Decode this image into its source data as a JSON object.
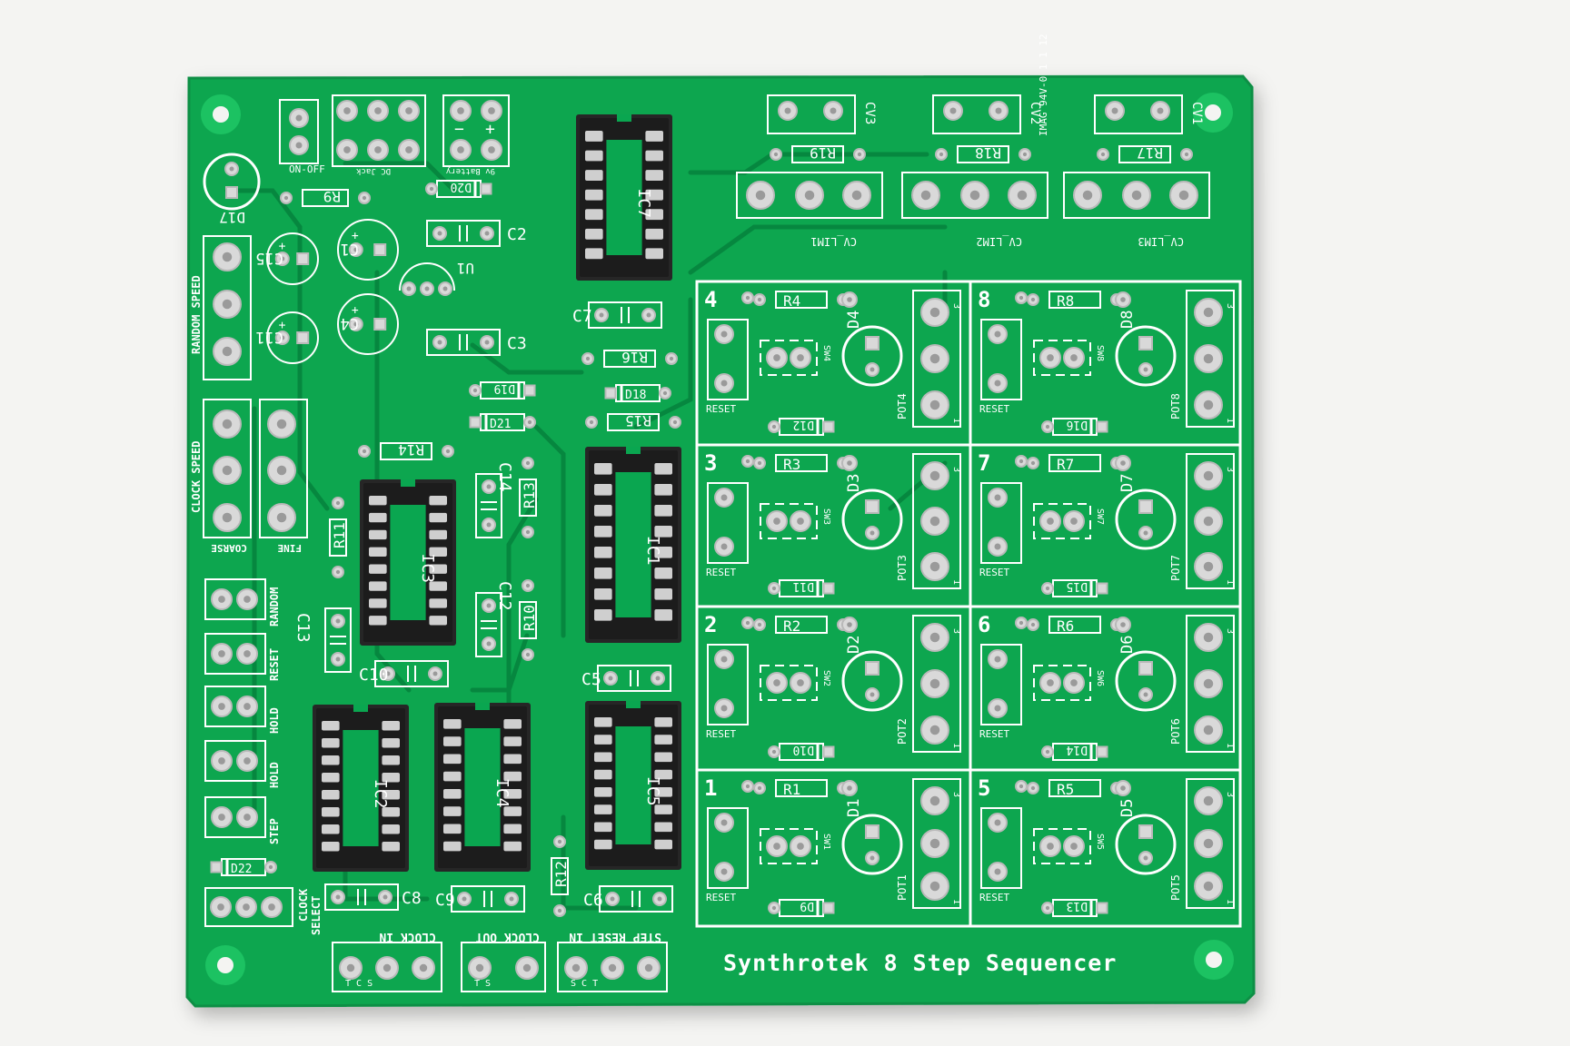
{
  "board": {
    "title": "Synthrotek 8 Step Sequencer",
    "board_color": "#0aa650",
    "silk_color": "#ffffff",
    "pad_color": "#d9d9d9",
    "socket_color": "#1c1c1c",
    "mark": "IMAG 94V-0 1 1 12"
  },
  "channels": [
    {
      "num": "1",
      "resistor": "R1",
      "diode": "D1",
      "diode2": "D9",
      "switch": "SW1",
      "pot": "POT1"
    },
    {
      "num": "2",
      "resistor": "R2",
      "diode": "D2",
      "diode2": "D10",
      "switch": "SW2",
      "pot": "POT2"
    },
    {
      "num": "3",
      "resistor": "R3",
      "diode": "D3",
      "diode2": "D11",
      "switch": "SW3",
      "pot": "POT3"
    },
    {
      "num": "4",
      "resistor": "R4",
      "diode": "D4",
      "diode2": "D12",
      "switch": "SW4",
      "pot": "POT4"
    },
    {
      "num": "5",
      "resistor": "R5",
      "diode": "D5",
      "diode2": "D13",
      "switch": "SW5",
      "pot": "POT5"
    },
    {
      "num": "6",
      "resistor": "R6",
      "diode": "D6",
      "diode2": "D14",
      "switch": "SW6",
      "pot": "POT6"
    },
    {
      "num": "7",
      "resistor": "R7",
      "diode": "D7",
      "diode2": "D15",
      "switch": "SW7",
      "pot": "POT7"
    },
    {
      "num": "8",
      "resistor": "R8",
      "diode": "D8",
      "diode2": "D16",
      "switch": "SW8",
      "pot": "POT8"
    }
  ],
  "channel_reset": "RESET",
  "pot_pin_labels": [
    "3",
    "1"
  ],
  "cv": [
    {
      "label": "CV3",
      "resistor": "R19",
      "lim": "CV_LIM1"
    },
    {
      "label": "CV2",
      "resistor": "R18",
      "lim": "CV_LIM2"
    },
    {
      "label": "CV1",
      "resistor": "R17",
      "lim": "CV_LIM3"
    }
  ],
  "ics": [
    "IC7",
    "IC3",
    "IC1",
    "IC2",
    "IC4",
    "IC5"
  ],
  "caps": [
    "C1",
    "C2",
    "C3",
    "C4",
    "C5",
    "C6",
    "C7",
    "C8",
    "C9",
    "C10",
    "C11",
    "C12",
    "C13",
    "C14",
    "C15"
  ],
  "resistors": [
    "R9",
    "R10",
    "R11",
    "R12",
    "R13",
    "R14",
    "R15",
    "R16"
  ],
  "diodes": [
    "D17",
    "D18",
    "D19",
    "D20",
    "D21",
    "D22"
  ],
  "u1": "U1",
  "left_labels": {
    "on_off": "ON-OFF",
    "dc_jack": "DC Jack",
    "battery": "9v Battery",
    "random_speed": "RANDOM SPEED",
    "clock_speed": "CLOCK SPEED",
    "coarse": "COARSE",
    "fine": "FINE",
    "random": "RANDOM",
    "reset": "RESET",
    "hold1": "HOLD",
    "hold2": "HOLD",
    "step": "STEP",
    "clock_select_1": "CLOCK",
    "clock_select_2": "SELECT"
  },
  "bottom_jacks": [
    {
      "label": "CLOCK IN",
      "pins": "T C S"
    },
    {
      "label": "CLOCK OUT",
      "pins": "T S"
    },
    {
      "label": "STEP RESET IN",
      "pins": "S C T"
    }
  ]
}
